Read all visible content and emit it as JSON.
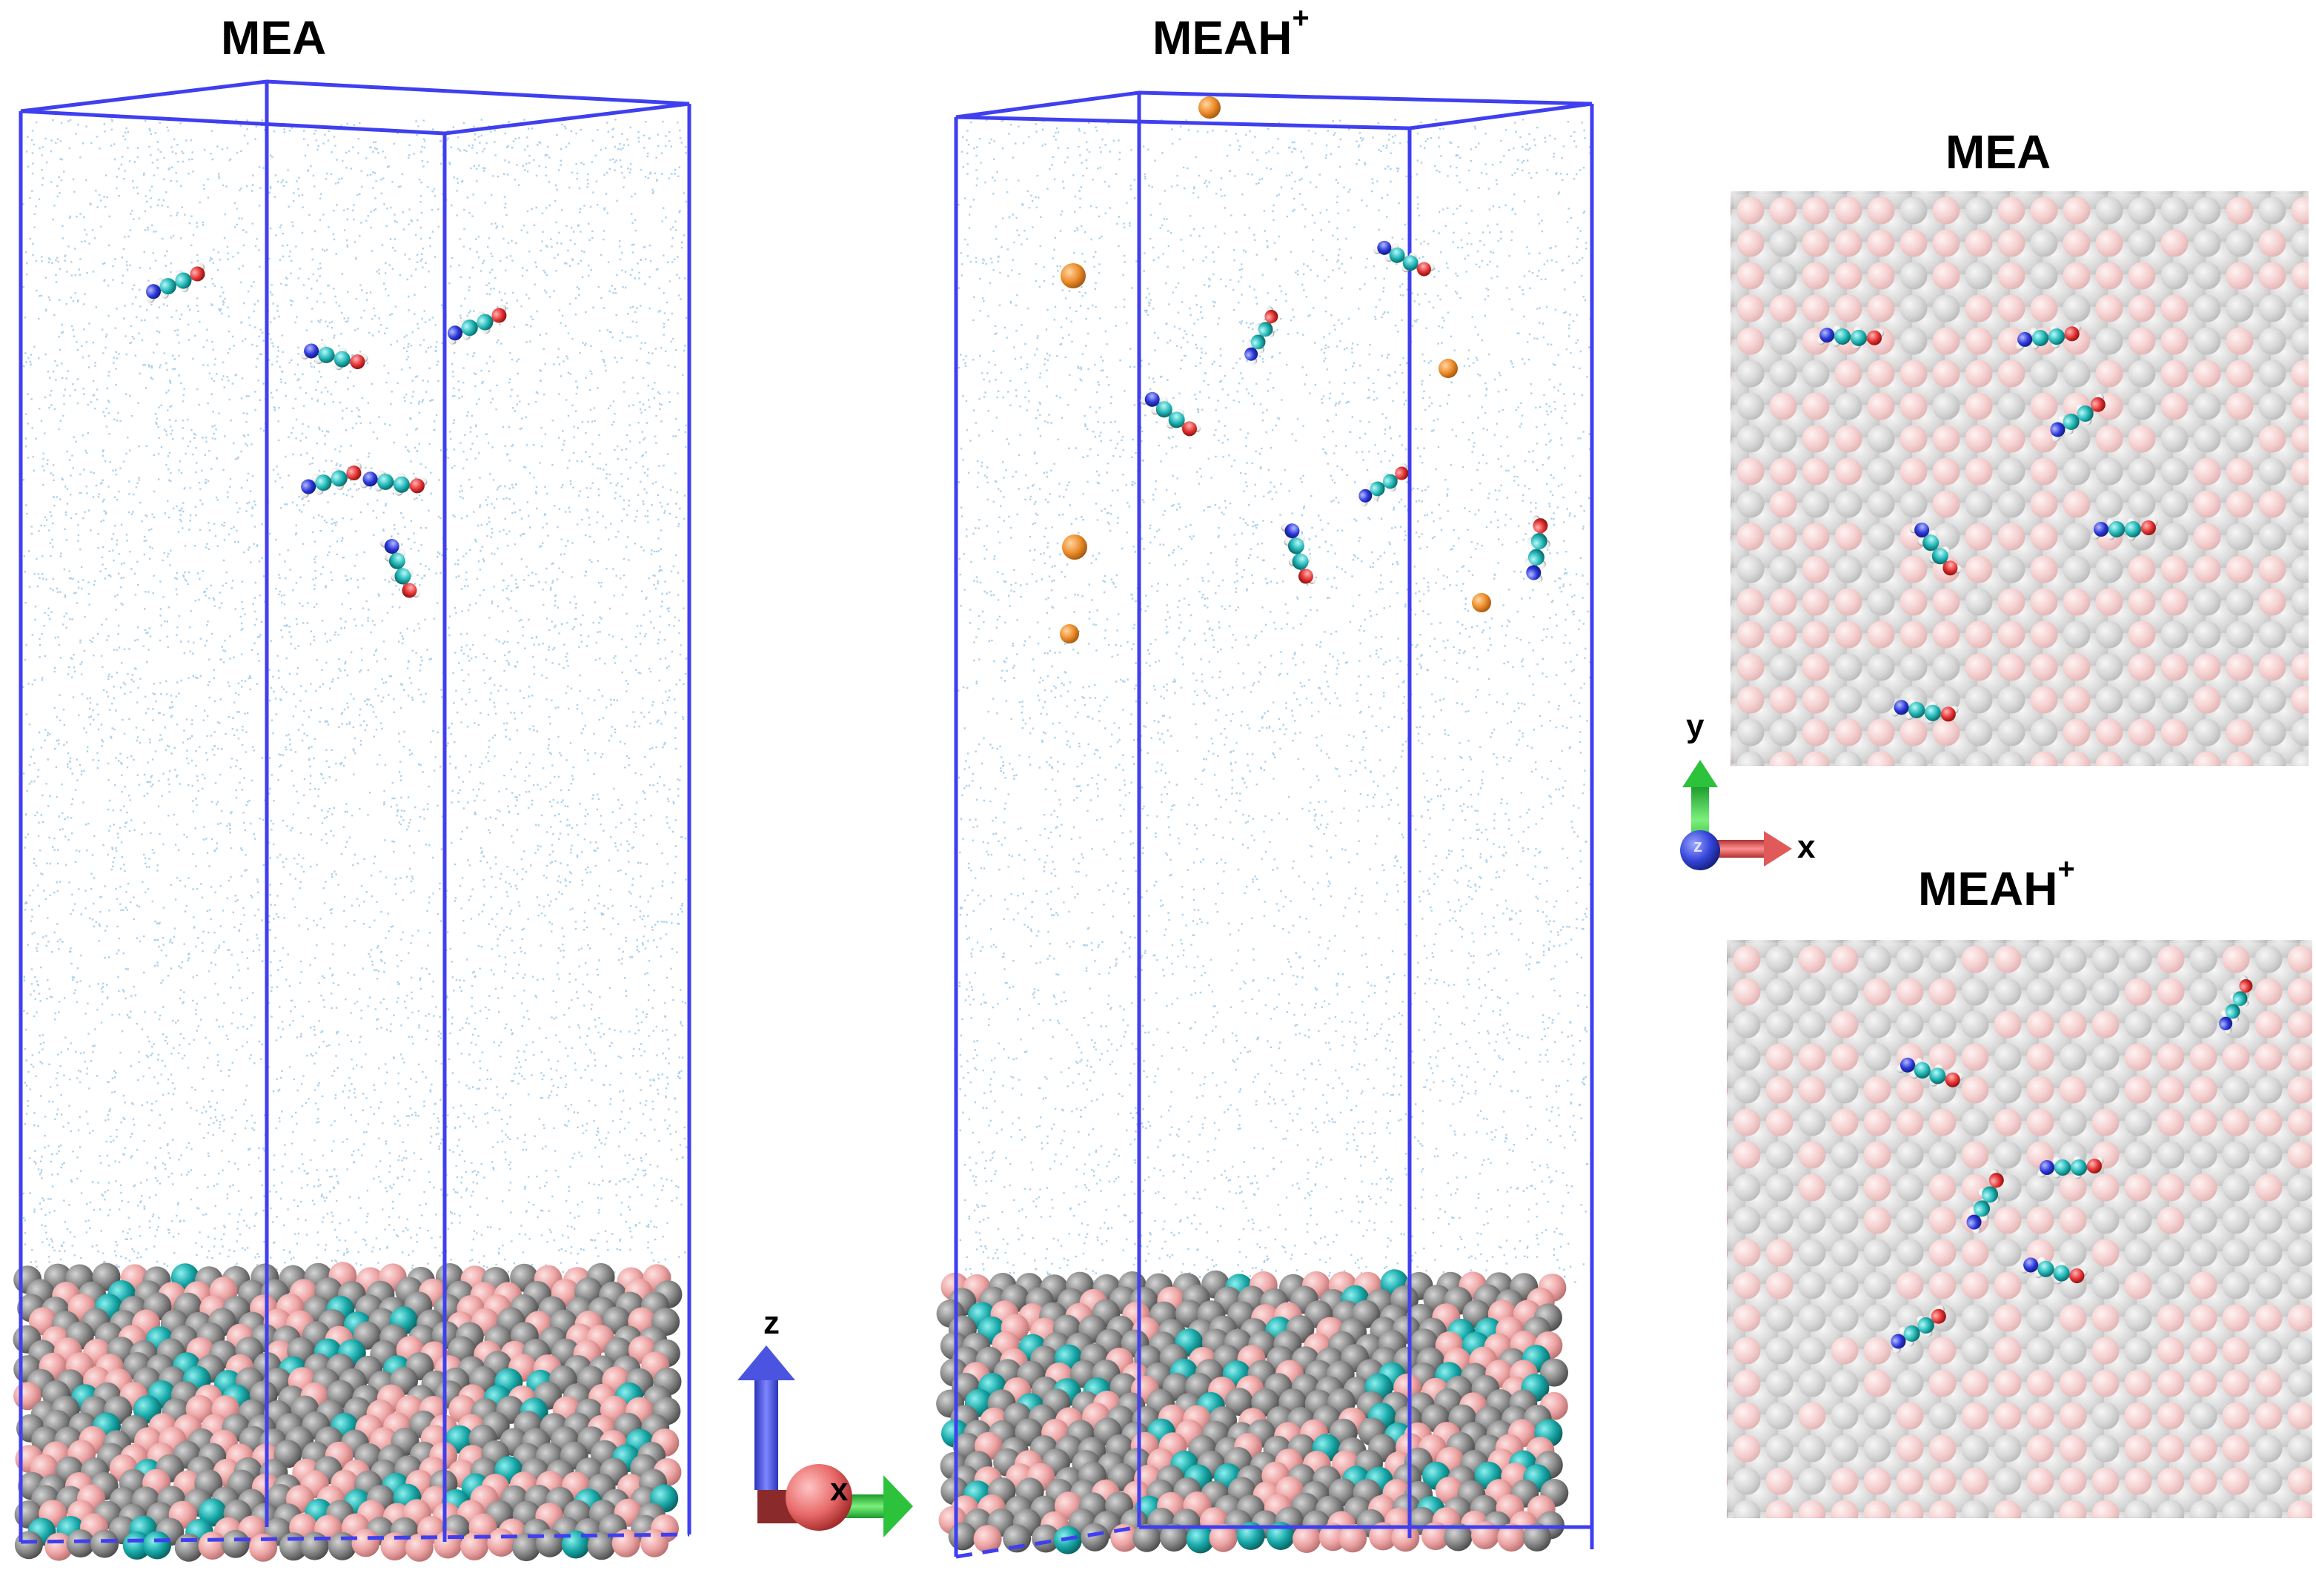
{
  "panels": {
    "mea_side": {
      "title": "MEA"
    },
    "meah_side": {
      "title": "MEAH",
      "title_sup": "+"
    },
    "mea_top": {
      "title": "MEA"
    },
    "meah_top": {
      "title": "MEAH",
      "title_sup": "+"
    }
  },
  "axes": {
    "side_view": {
      "z": "z",
      "x": "x"
    },
    "top_view": {
      "y": "y",
      "x": "x",
      "z": "z"
    }
  },
  "colors": {
    "box_edge": "#3f3ff0",
    "solvent_dots": "#9ec8e6",
    "slab_gray": "#7d7d7d",
    "slab_pink": "#f0a8a8",
    "slab_teal": "#1aa7a8",
    "ion_orange": "#ee8f2c",
    "mol_carbon": "#1fb3b3",
    "mol_oxygen": "#e23030",
    "mol_nitrogen": "#2a36d8",
    "mol_hydrogen": "#f2f2f2"
  },
  "icons": [
    "axis-arrow-z",
    "axis-arrow-x",
    "axis-arrow-y",
    "axis-origin-sphere"
  ]
}
